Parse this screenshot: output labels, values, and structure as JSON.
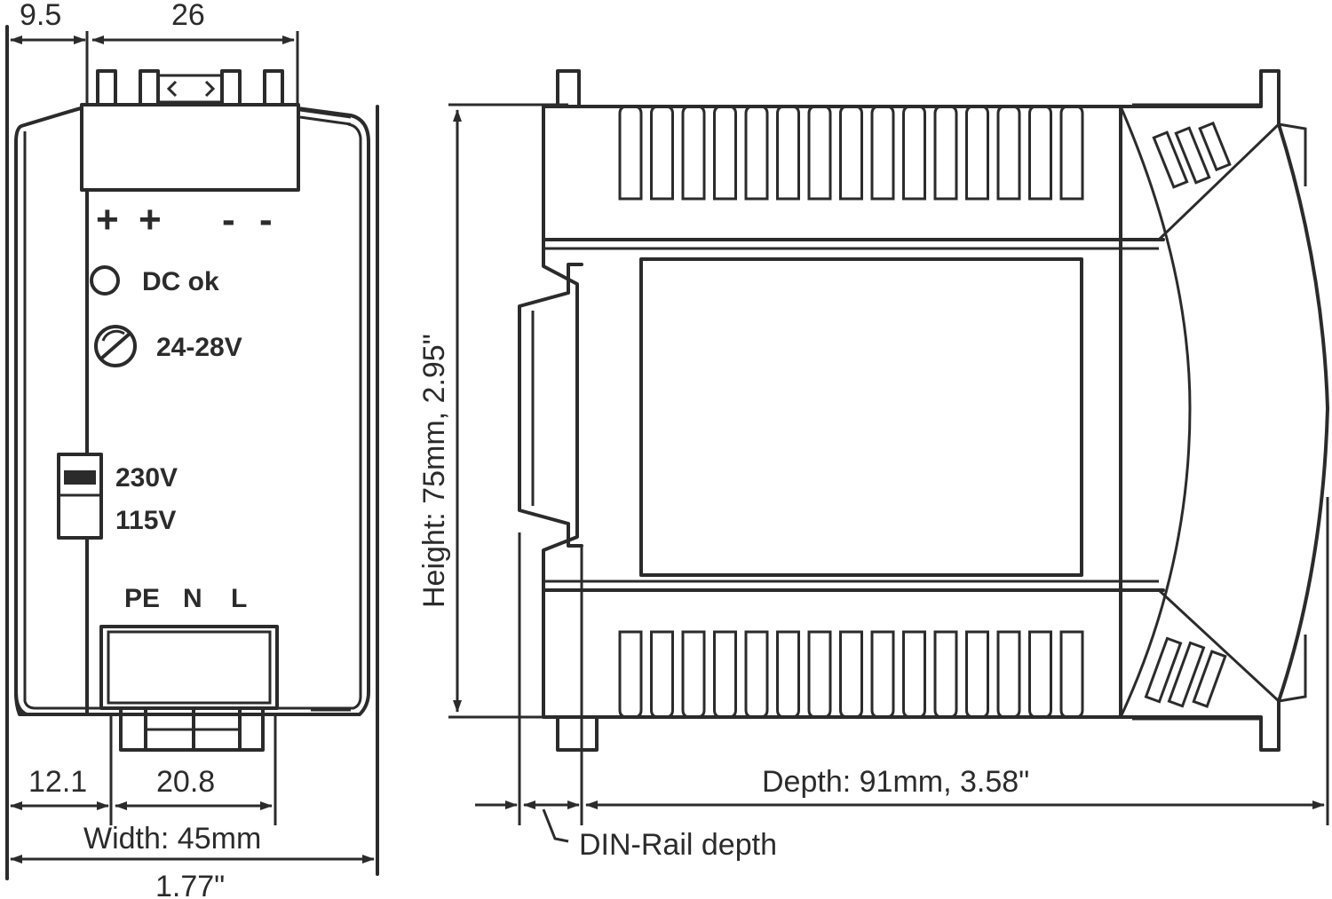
{
  "front_view": {
    "dims": {
      "top_left": "9.5",
      "top_terminal": "26",
      "bottom_left": "12.1",
      "bottom_terminal": "20.8",
      "width": "Width: 45mm",
      "width_in": "1.77\""
    },
    "labels": {
      "dc_plus_1": "+",
      "dc_plus_2": "+",
      "dc_minus_1": "-",
      "dc_minus_2": "-",
      "dc_ok": "DC ok",
      "voltage_adjust": "24-28V",
      "switch_230": "230V",
      "switch_115": "115V",
      "pe": "PE",
      "n": "N",
      "l": "L"
    }
  },
  "side_view": {
    "height": "Height: 75mm,  2.95\"",
    "depth": "Depth: 91mm,  3.58\"",
    "din_rail": "DIN-Rail depth"
  }
}
